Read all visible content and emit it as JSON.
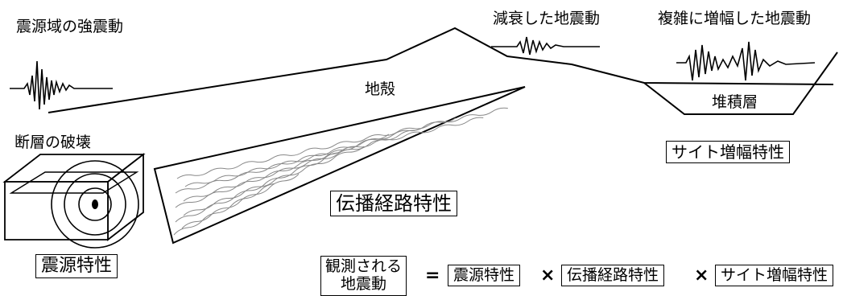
{
  "labels": {
    "source_strong_motion": "震源域の強震動",
    "attenuated_motion": "減衰した地震動",
    "amplified_motion": "複雑に増幅した地震動",
    "crust": "地殻",
    "sediment": "堆積層",
    "fault_rupture": "断層の破壊"
  },
  "boxes": {
    "site_amplification": "サイト増幅特性",
    "propagation_path": "伝播経路特性",
    "source_characteristics": "震源特性"
  },
  "equation": {
    "observed_line1": "観測される",
    "observed_line2": "地震動",
    "equals": "=",
    "term1": "震源特性",
    "times1": "×",
    "term2": "伝播経路特性",
    "times2": "×",
    "term3": "サイト増幅特性"
  }
}
